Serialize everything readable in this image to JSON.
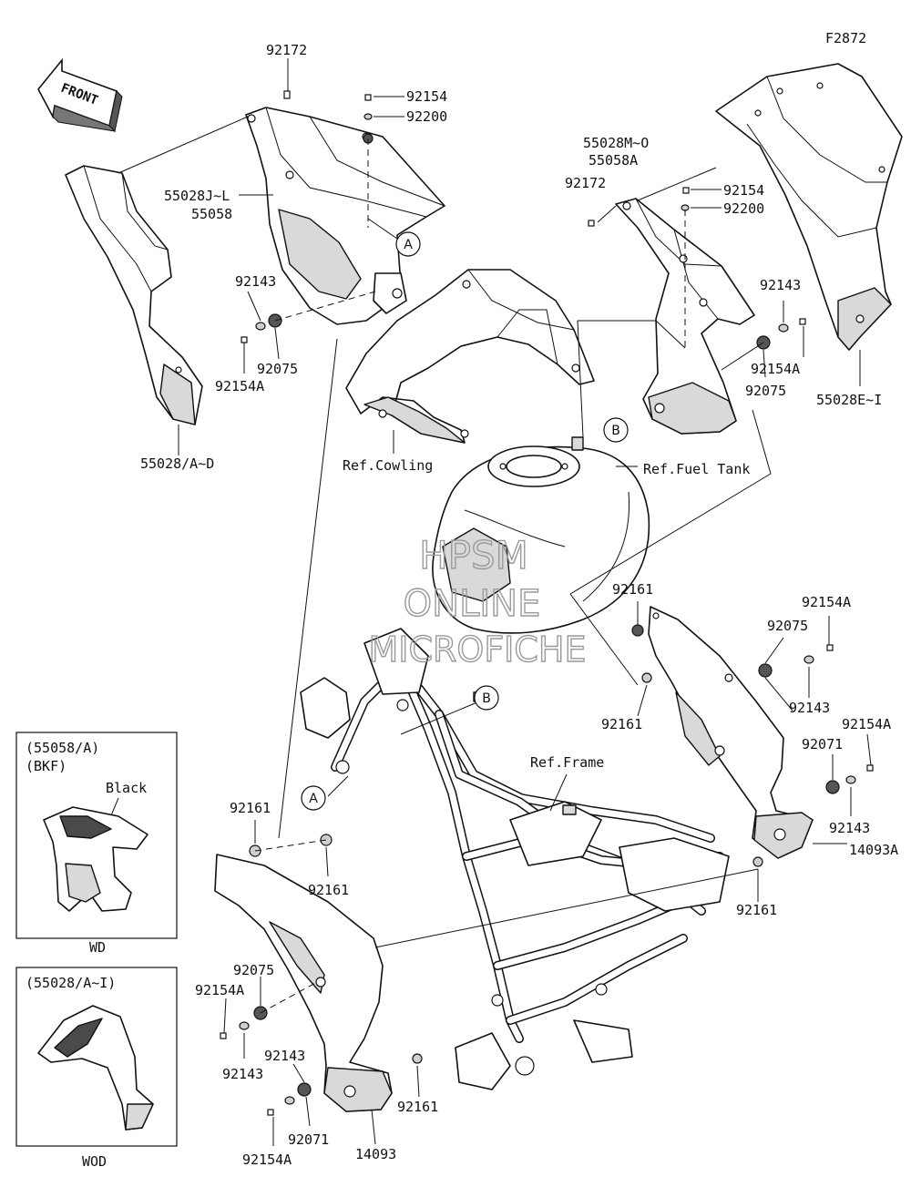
{
  "figure": {
    "code": "F2872",
    "front_label": "FRONT"
  },
  "watermark": {
    "line1": "HPSM",
    "line2": "ONLINE",
    "line3": "MICROFICHE"
  },
  "callouts": {
    "a": "A",
    "b": "B"
  },
  "labels": {
    "p92172_left": "92172",
    "p92154_top": "92154",
    "p92200_top": "92200",
    "p55028jl": "55028J~L",
    "p55058": "55058",
    "p92143_ul": "92143",
    "p92075_ul": "92075",
    "p92154a_ul": "92154A",
    "p55028ad": "55028/A~D",
    "ref_cowling": "Ref.Cowling",
    "p55028mo": "55028M~O",
    "p55058a": "55058A",
    "p92172_right": "92172",
    "p92154_right": "92154",
    "p92200_right": "92200",
    "p92143_ur": "92143",
    "p92154a_ur": "92154A",
    "p92075_ur": "92075",
    "p55028ei": "55028E~I",
    "ref_fuel_tank": "Ref.Fuel Tank",
    "p92161_mr_top": "92161",
    "p92154a_mr": "92154A",
    "p92075_mr": "92075",
    "p92143_mr": "92143",
    "p92161_mr_bot": "92161",
    "ref_frame": "Ref.Frame",
    "p92154a_r2": "92154A",
    "p92071_r": "92071",
    "p92143_r2": "92143",
    "p14093a": "14093A",
    "p92161_r": "92161",
    "p92161_ll_a": "92161",
    "p92161_ll_b": "92161",
    "p92075_ll": "92075",
    "p92154a_ll": "92154A",
    "p92143_ll_a": "92143",
    "p92143_ll_b": "92143",
    "p92071_ll": "92071",
    "p14093": "14093",
    "p92161_lc": "92161",
    "p92154a_ll_b": "92154A"
  },
  "inset_top": {
    "part": "(55058/A)",
    "code": "(BKF)",
    "color": "Black",
    "caption": "WD"
  },
  "inset_bottom": {
    "part": "(55028/A~I)",
    "caption": "WOD"
  },
  "colors": {
    "line": "#111111",
    "fill": "#ffffff",
    "shade": "#d9d9d9",
    "watermark": "#9a9a9a"
  }
}
